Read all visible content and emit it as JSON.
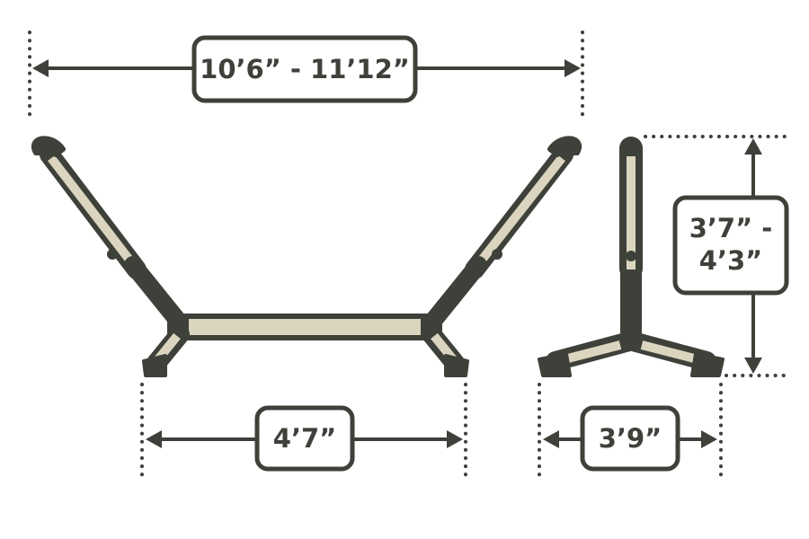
{
  "labels": {
    "overall_length": "10’6” - 11’12”",
    "base_length": "4’7”",
    "height_line1": "3’7” -",
    "height_line2": "4’3”",
    "base_width": "3’9”"
  },
  "colors": {
    "outline": "#3e413a",
    "tube_fill": "#dbd5bf",
    "joint_fill": "#3e413a",
    "background": "#ffffff"
  }
}
